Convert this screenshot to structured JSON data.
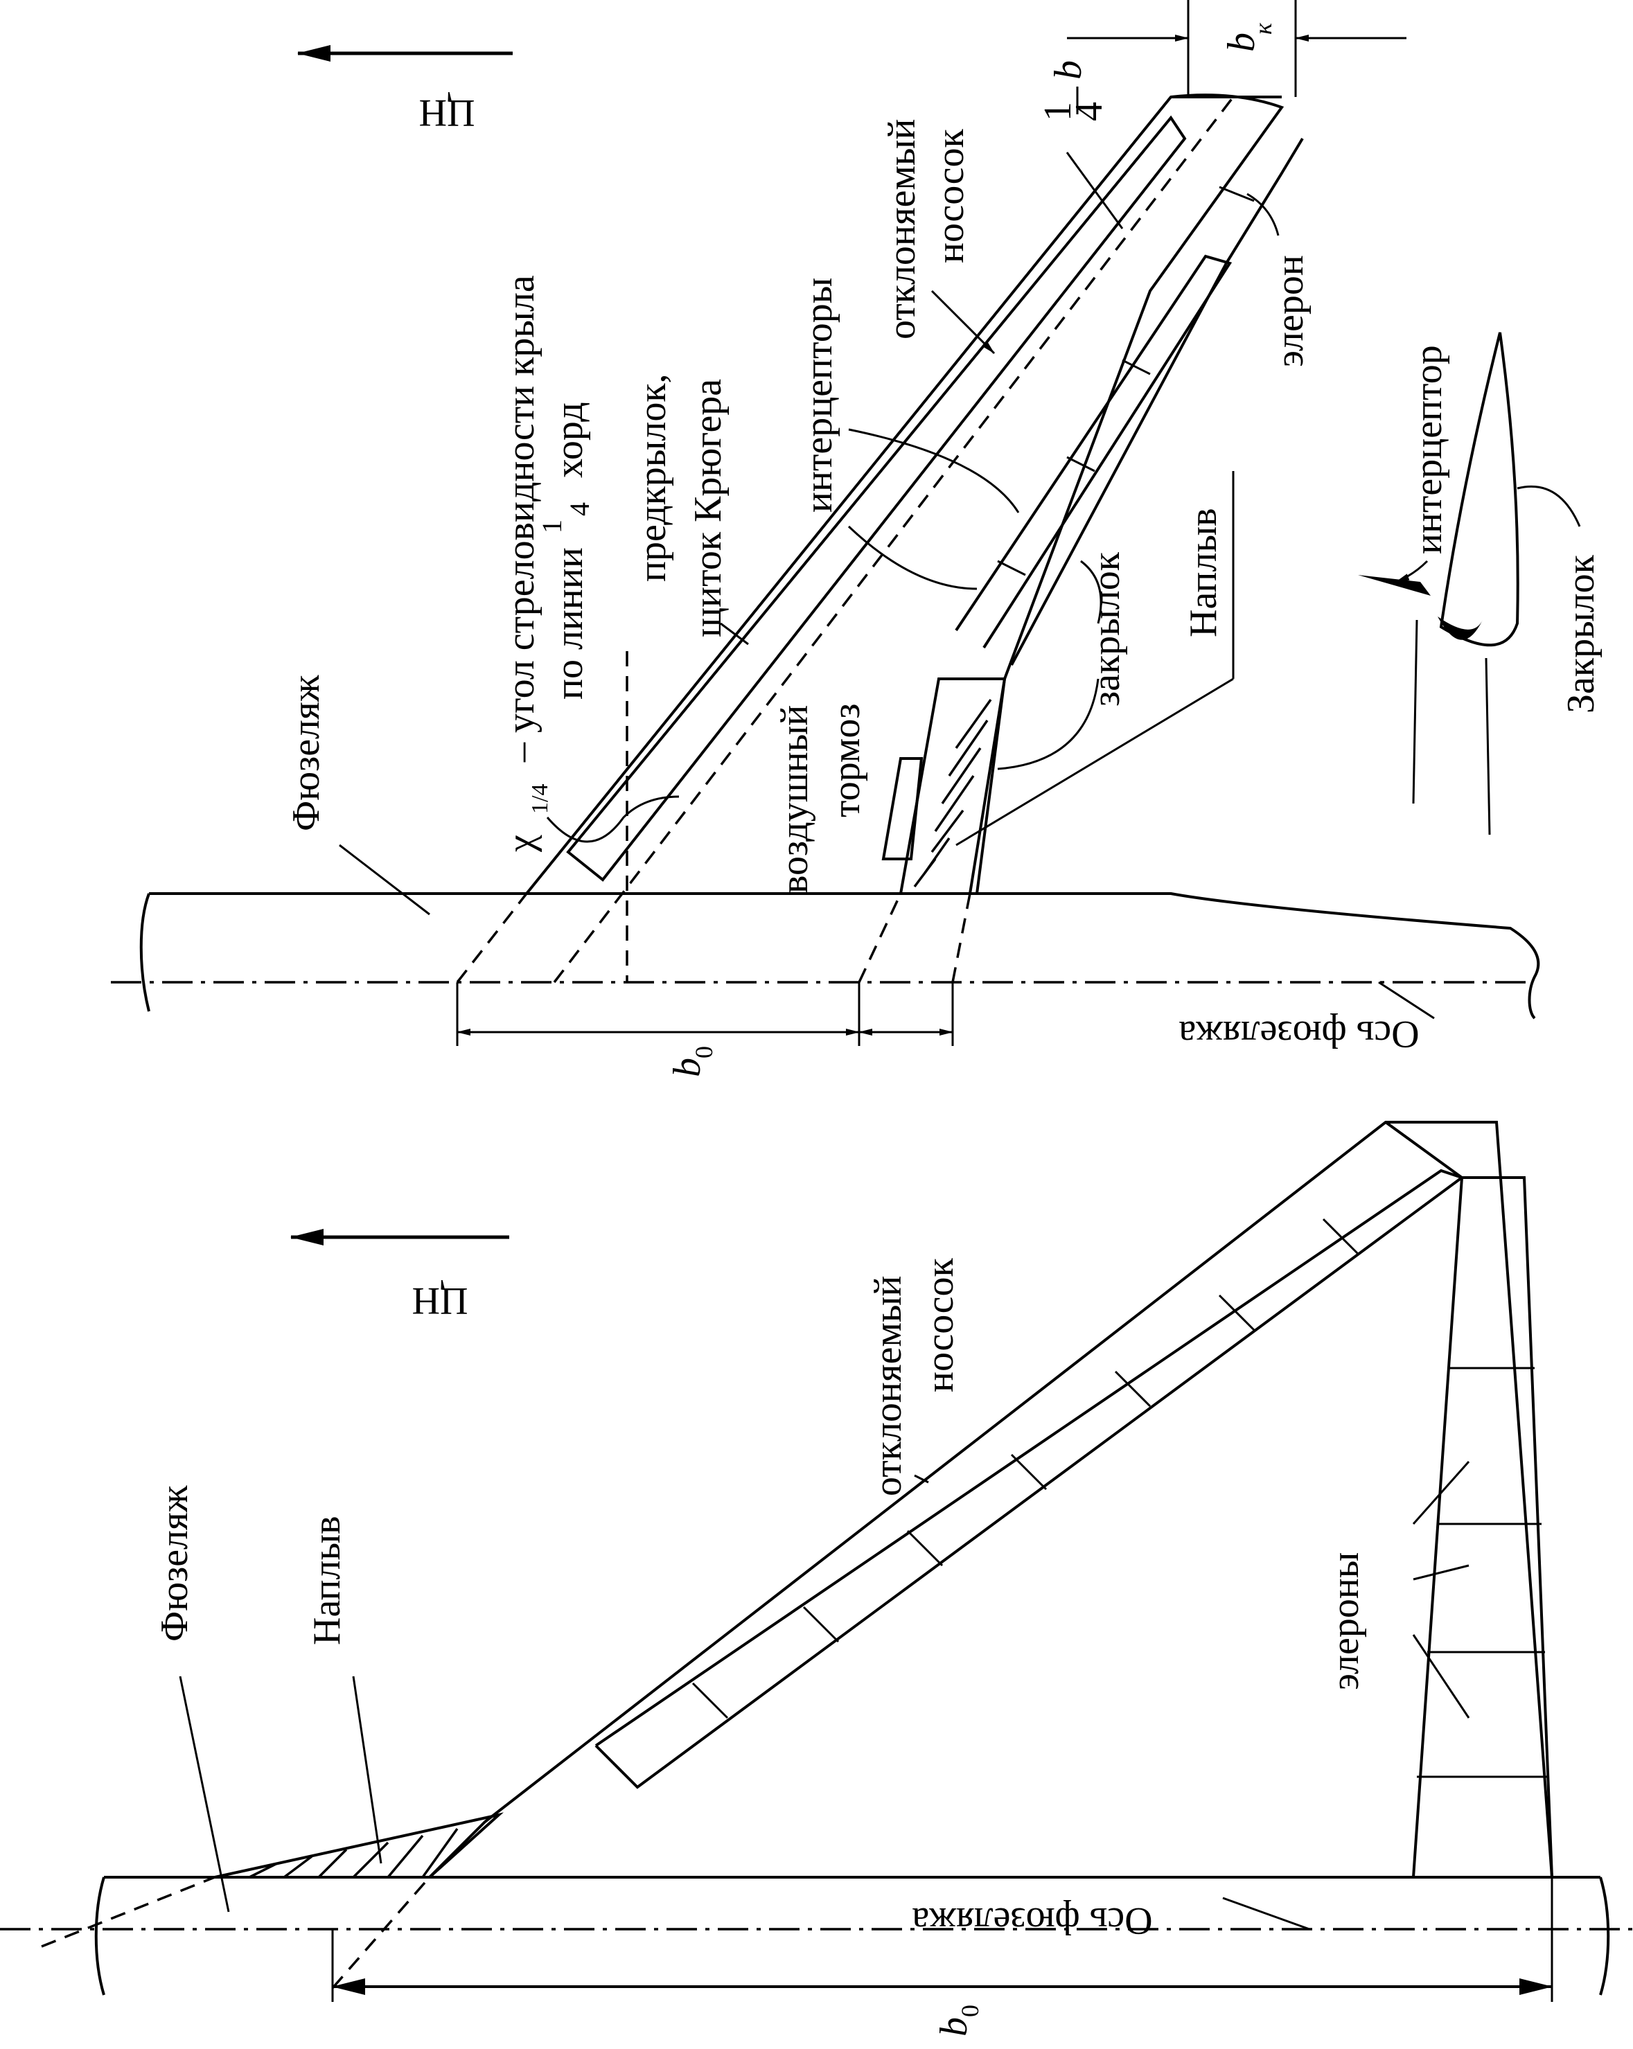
{
  "top_view": {
    "flight_dir": "ЦН",
    "b_tip_label": "b",
    "b_tip_sub": "к",
    "quarter_b_num": "1",
    "quarter_b_den": "4",
    "quarter_b_var": "b",
    "deflect_nose": [
      "отклоняемый",
      "нососок"
    ],
    "aileron": "элерон",
    "spoilers": "интерцепторы",
    "krueger": [
      "предкрылок,",
      "щиток Крюгера"
    ],
    "sweep_chi": "χ",
    "sweep_sub": "1/4",
    "sweep_desc": [
      "– угол стреловидности крыла",
      "по линии",
      "хорд"
    ],
    "sweep_frac_num": "1",
    "sweep_frac_den": "4",
    "fuselage": "Фюзеляж",
    "air_brake": [
      "воздушный",
      "тормоз"
    ],
    "flap": "закрылок",
    "strake": "Наплыв",
    "b0": "b",
    "b0_sub": "0",
    "fuselage_axis": "Ось фюзеляжа"
  },
  "section_view": {
    "spoiler": "интерцептор",
    "flap": "Закрылок"
  },
  "delta_view": {
    "flight_dir": "ЦН",
    "deflect_nose": [
      "отклоняемый",
      "нососок"
    ],
    "ailerons": "элероны",
    "fuselage": "Фюзеляж",
    "strake": "Наплыв",
    "fuselage_axis": "Ось фюзеляжа",
    "b0": "b",
    "b0_sub": "0"
  }
}
